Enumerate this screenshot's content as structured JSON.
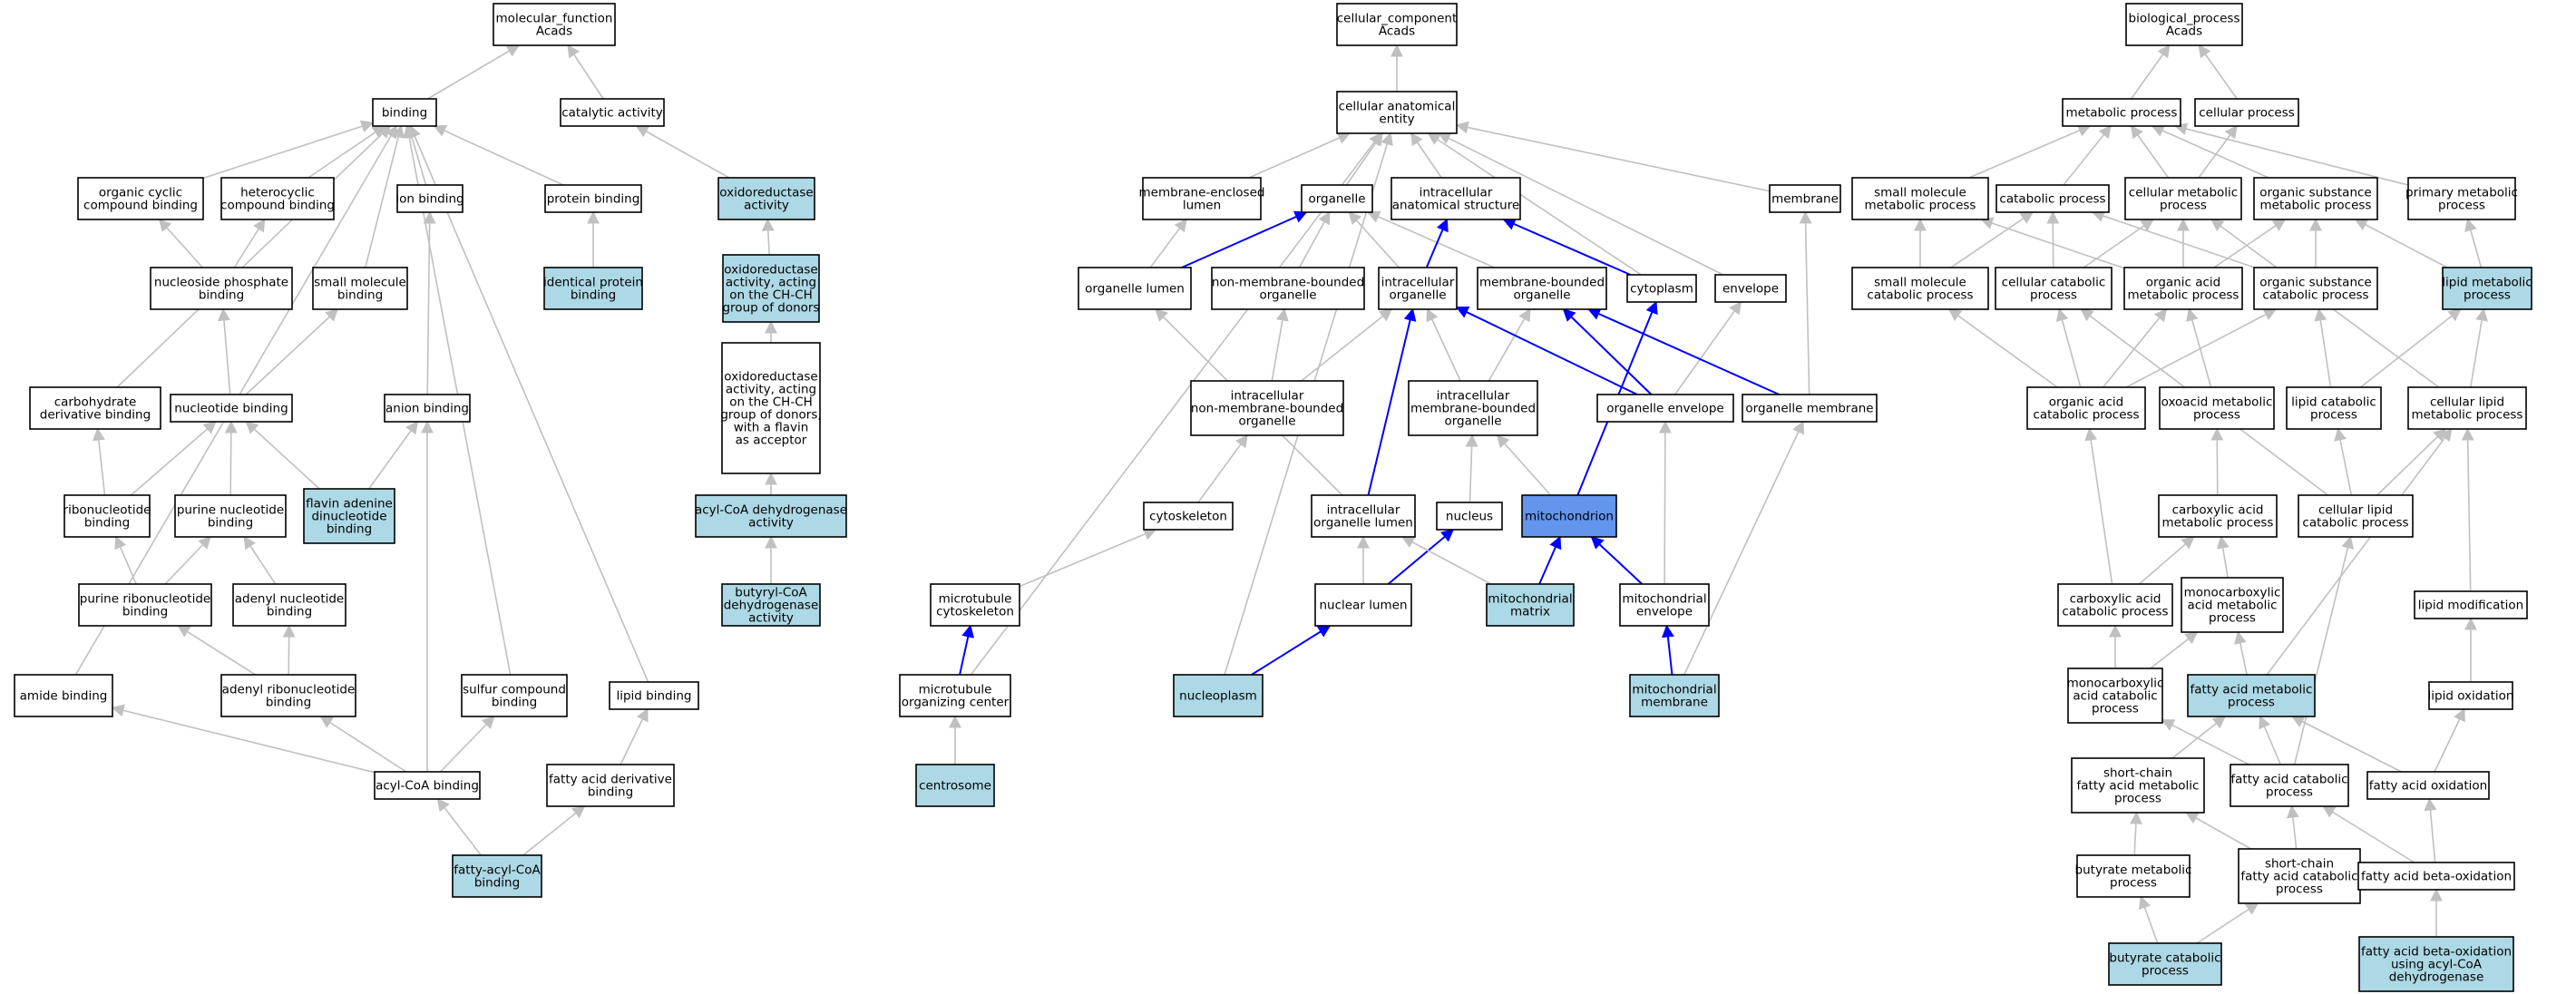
{
  "colors": {
    "default_fill": "#ffffff",
    "highlight_fill": "#add8e6",
    "focus_fill": "#6495ed",
    "grey_edge": "#c0c0c0",
    "blue_edge": "#0000ff"
  },
  "nodes": {
    "mf_root": {
      "lines": [
        "molecular_function",
        "Acads"
      ],
      "style": "default"
    },
    "binding": {
      "lines": [
        "binding"
      ],
      "style": "default"
    },
    "catalytic": {
      "lines": [
        "catalytic activity"
      ],
      "style": "default"
    },
    "orgcyc": {
      "lines": [
        "organic cyclic",
        "compound binding"
      ],
      "style": "default"
    },
    "hetcyc": {
      "lines": [
        "heterocyclic",
        "compound binding"
      ],
      "style": "default"
    },
    "ionb": {
      "lines": [
        "ion binding"
      ],
      "style": "default"
    },
    "protb": {
      "lines": [
        "protein binding"
      ],
      "style": "default"
    },
    "oxred": {
      "lines": [
        "oxidoreductase",
        "activity"
      ],
      "style": "highlight"
    },
    "nucphos": {
      "lines": [
        "nucleoside phosphate",
        "binding"
      ],
      "style": "default"
    },
    "smallmol": {
      "lines": [
        "small molecule",
        "binding"
      ],
      "style": "default"
    },
    "identprot": {
      "lines": [
        "identical protein",
        "binding"
      ],
      "style": "highlight"
    },
    "oxredchch": {
      "lines": [
        "oxidoreductase",
        "activity, acting",
        "on the CH-CH",
        "group of donors"
      ],
      "style": "highlight"
    },
    "carbder": {
      "lines": [
        "carbohydrate",
        "derivative binding"
      ],
      "style": "default"
    },
    "nucb": {
      "lines": [
        "nucleotide binding"
      ],
      "style": "default"
    },
    "anionb": {
      "lines": [
        "anion binding"
      ],
      "style": "default"
    },
    "oxredflav": {
      "lines": [
        "oxidoreductase",
        "activity, acting",
        "on the CH-CH",
        "group of donors,",
        "with a flavin",
        "as acceptor"
      ],
      "style": "default"
    },
    "ribob": {
      "lines": [
        "ribonucleotide",
        "binding"
      ],
      "style": "default"
    },
    "purnucb": {
      "lines": [
        "purine nucleotide",
        "binding"
      ],
      "style": "default"
    },
    "fad": {
      "lines": [
        "flavin adenine",
        "dinucleotide",
        "binding"
      ],
      "style": "highlight"
    },
    "acylcoadh": {
      "lines": [
        "acyl-CoA dehydrogenase",
        "activity"
      ],
      "style": "highlight"
    },
    "purribo": {
      "lines": [
        "purine ribonucleotide",
        "binding"
      ],
      "style": "default"
    },
    "adenyl": {
      "lines": [
        "adenyl nucleotide",
        "binding"
      ],
      "style": "default"
    },
    "butyryl": {
      "lines": [
        "butyryl-CoA",
        "dehydrogenase",
        "activity"
      ],
      "style": "highlight"
    },
    "amideb": {
      "lines": [
        "amide binding"
      ],
      "style": "default"
    },
    "adenribo": {
      "lines": [
        "adenyl ribonucleotide",
        "binding"
      ],
      "style": "default"
    },
    "sulfur": {
      "lines": [
        "sulfur compound",
        "binding"
      ],
      "style": "default"
    },
    "lipidb": {
      "lines": [
        "lipid binding"
      ],
      "style": "default"
    },
    "acylcoab": {
      "lines": [
        "acyl-CoA binding"
      ],
      "style": "default"
    },
    "fadb": {
      "lines": [
        "fatty acid derivative",
        "binding"
      ],
      "style": "default"
    },
    "fattyacylcoa": {
      "lines": [
        "fatty-acyl-CoA",
        "binding"
      ],
      "style": "highlight"
    },
    "cc_root": {
      "lines": [
        "cellular_component",
        "Acads"
      ],
      "style": "default"
    },
    "cae": {
      "lines": [
        "cellular anatomical",
        "entity"
      ],
      "style": "default"
    },
    "memencl": {
      "lines": [
        "membrane-enclosed",
        "lumen"
      ],
      "style": "default"
    },
    "organelle": {
      "lines": [
        "organelle"
      ],
      "style": "default"
    },
    "ias": {
      "lines": [
        "intracellular",
        "anatomical structure"
      ],
      "style": "default"
    },
    "membrane": {
      "lines": [
        "membrane"
      ],
      "style": "default"
    },
    "orglumen": {
      "lines": [
        "organelle lumen"
      ],
      "style": "default"
    },
    "nonmemorg": {
      "lines": [
        "non-membrane-bounded",
        "organelle"
      ],
      "style": "default"
    },
    "intorg": {
      "lines": [
        "intracellular",
        "organelle"
      ],
      "style": "default"
    },
    "membound": {
      "lines": [
        "membrane-bounded",
        "organelle"
      ],
      "style": "default"
    },
    "cytoplasm": {
      "lines": [
        "cytoplasm"
      ],
      "style": "default"
    },
    "envelope": {
      "lines": [
        "envelope"
      ],
      "style": "default"
    },
    "intnonmem": {
      "lines": [
        "intracellular",
        "non-membrane-bounded",
        "organelle"
      ],
      "style": "default"
    },
    "intmem": {
      "lines": [
        "intracellular",
        "membrane-bounded",
        "organelle"
      ],
      "style": "default"
    },
    "orgenv": {
      "lines": [
        "organelle envelope"
      ],
      "style": "default"
    },
    "orgmem": {
      "lines": [
        "organelle membrane"
      ],
      "style": "default"
    },
    "cytoskel": {
      "lines": [
        "cytoskeleton"
      ],
      "style": "default"
    },
    "intorglum": {
      "lines": [
        "intracellular",
        "organelle lumen"
      ],
      "style": "default"
    },
    "nucleus": {
      "lines": [
        "nucleus"
      ],
      "style": "default"
    },
    "mito": {
      "lines": [
        "mitochondrion"
      ],
      "style": "focus"
    },
    "mtcyto": {
      "lines": [
        "microtubule",
        "cytoskeleton"
      ],
      "style": "default"
    },
    "nuclumen": {
      "lines": [
        "nuclear lumen"
      ],
      "style": "default"
    },
    "mitomatrix": {
      "lines": [
        "mitochondrial",
        "matrix"
      ],
      "style": "highlight"
    },
    "mitoenv": {
      "lines": [
        "mitochondrial",
        "envelope"
      ],
      "style": "default"
    },
    "mtoc": {
      "lines": [
        "microtubule",
        "organizing center"
      ],
      "style": "default"
    },
    "nucleoplasm": {
      "lines": [
        "nucleoplasm"
      ],
      "style": "highlight"
    },
    "mitomem": {
      "lines": [
        "mitochondrial",
        "membrane"
      ],
      "style": "highlight"
    },
    "centrosome": {
      "lines": [
        "centrosome"
      ],
      "style": "highlight"
    },
    "bp_root": {
      "lines": [
        "biological_process",
        "Acads"
      ],
      "style": "default"
    },
    "metproc": {
      "lines": [
        "metabolic process"
      ],
      "style": "default"
    },
    "cellproc": {
      "lines": [
        "cellular process"
      ],
      "style": "default"
    },
    "smmet": {
      "lines": [
        "small molecule",
        "metabolic process"
      ],
      "style": "default"
    },
    "catproc": {
      "lines": [
        "catabolic process"
      ],
      "style": "default"
    },
    "cellmet": {
      "lines": [
        "cellular metabolic",
        "process"
      ],
      "style": "default"
    },
    "orgsubmet": {
      "lines": [
        "organic substance",
        "metabolic process"
      ],
      "style": "default"
    },
    "primmet": {
      "lines": [
        "primary metabolic",
        "process"
      ],
      "style": "default"
    },
    "smcat": {
      "lines": [
        "small molecule",
        "catabolic process"
      ],
      "style": "default"
    },
    "cellcat": {
      "lines": [
        "cellular catabolic",
        "process"
      ],
      "style": "default"
    },
    "orgacidmet": {
      "lines": [
        "organic acid",
        "metabolic process"
      ],
      "style": "default"
    },
    "orgsubcat": {
      "lines": [
        "organic substance",
        "catabolic process"
      ],
      "style": "default"
    },
    "lipidmet": {
      "lines": [
        "lipid metabolic",
        "process"
      ],
      "style": "highlight"
    },
    "orgacidcat": {
      "lines": [
        "organic acid",
        "catabolic process"
      ],
      "style": "default"
    },
    "oxoacid": {
      "lines": [
        "oxoacid metabolic",
        "process"
      ],
      "style": "default"
    },
    "lipidcat": {
      "lines": [
        "lipid catabolic",
        "process"
      ],
      "style": "default"
    },
    "celllipidmet": {
      "lines": [
        "cellular lipid",
        "metabolic process"
      ],
      "style": "default"
    },
    "carbacidmet": {
      "lines": [
        "carboxylic acid",
        "metabolic process"
      ],
      "style": "default"
    },
    "celllipidcat": {
      "lines": [
        "cellular lipid",
        "catabolic process"
      ],
      "style": "default"
    },
    "carbacidcat": {
      "lines": [
        "carboxylic acid",
        "catabolic process"
      ],
      "style": "default"
    },
    "monocarbmet": {
      "lines": [
        "monocarboxylic",
        "acid metabolic",
        "process"
      ],
      "style": "default"
    },
    "lipidmod": {
      "lines": [
        "lipid modification"
      ],
      "style": "default"
    },
    "monocarbcat": {
      "lines": [
        "monocarboxylic",
        "acid catabolic",
        "process"
      ],
      "style": "default"
    },
    "famet": {
      "lines": [
        "fatty acid metabolic",
        "process"
      ],
      "style": "highlight"
    },
    "lipidox": {
      "lines": [
        "lipid oxidation"
      ],
      "style": "default"
    },
    "scfamet": {
      "lines": [
        "short-chain",
        "fatty acid metabolic",
        "process"
      ],
      "style": "default"
    },
    "facat": {
      "lines": [
        "fatty acid catabolic",
        "process"
      ],
      "style": "default"
    },
    "faox": {
      "lines": [
        "fatty acid oxidation"
      ],
      "style": "default"
    },
    "butmet": {
      "lines": [
        "butyrate metabolic",
        "process"
      ],
      "style": "default"
    },
    "scfacat": {
      "lines": [
        "short-chain",
        "fatty acid catabolic",
        "process"
      ],
      "style": "default"
    },
    "fabeta": {
      "lines": [
        "fatty acid beta-oxidation"
      ],
      "style": "default"
    },
    "butcat": {
      "lines": [
        "butyrate catabolic",
        "process"
      ],
      "style": "highlight"
    },
    "fabetaacyl": {
      "lines": [
        "fatty acid beta-oxidation",
        "using acyl-CoA",
        "dehydrogenase"
      ],
      "style": "highlight"
    }
  },
  "edges": [
    [
      "binding",
      "mf_root",
      "grey"
    ],
    [
      "catalytic",
      "mf_root",
      "grey"
    ],
    [
      "orgcyc",
      "binding",
      "grey"
    ],
    [
      "hetcyc",
      "binding",
      "grey"
    ],
    [
      "ionb",
      "binding",
      "grey"
    ],
    [
      "protb",
      "binding",
      "grey"
    ],
    [
      "smallmol",
      "binding",
      "grey"
    ],
    [
      "carbder",
      "binding",
      "grey"
    ],
    [
      "amideb",
      "binding",
      "grey"
    ],
    [
      "sulfur",
      "binding",
      "grey"
    ],
    [
      "lipidb",
      "binding",
      "grey"
    ],
    [
      "oxred",
      "catalytic",
      "grey"
    ],
    [
      "nucphos",
      "orgcyc",
      "grey"
    ],
    [
      "nucphos",
      "hetcyc",
      "grey"
    ],
    [
      "identprot",
      "protb",
      "grey"
    ],
    [
      "oxredchch",
      "oxred",
      "grey"
    ],
    [
      "nucb",
      "nucphos",
      "grey"
    ],
    [
      "nucb",
      "smallmol",
      "grey"
    ],
    [
      "anionb",
      "ionb",
      "grey"
    ],
    [
      "oxredflav",
      "oxredchch",
      "grey"
    ],
    [
      "ribob",
      "carbder",
      "grey"
    ],
    [
      "ribob",
      "nucb",
      "grey"
    ],
    [
      "purnucb",
      "nucb",
      "grey"
    ],
    [
      "fad",
      "nucb",
      "grey"
    ],
    [
      "fad",
      "anionb",
      "grey"
    ],
    [
      "acylcoadh",
      "oxredflav",
      "grey"
    ],
    [
      "purribo",
      "ribob",
      "grey"
    ],
    [
      "purribo",
      "purnucb",
      "grey"
    ],
    [
      "adenyl",
      "purnucb",
      "grey"
    ],
    [
      "butyryl",
      "acylcoadh",
      "grey"
    ],
    [
      "adenribo",
      "purribo",
      "grey"
    ],
    [
      "adenribo",
      "adenyl",
      "grey"
    ],
    [
      "acylcoab",
      "amideb",
      "grey"
    ],
    [
      "acylcoab",
      "adenribo",
      "grey"
    ],
    [
      "acylcoab",
      "anionb",
      "grey"
    ],
    [
      "acylcoab",
      "sulfur",
      "grey"
    ],
    [
      "fadb",
      "lipidb",
      "grey"
    ],
    [
      "fattyacylcoa",
      "acylcoab",
      "grey"
    ],
    [
      "fattyacylcoa",
      "fadb",
      "grey"
    ],
    [
      "cae",
      "cc_root",
      "grey"
    ],
    [
      "memencl",
      "cae",
      "grey"
    ],
    [
      "organelle",
      "cae",
      "grey"
    ],
    [
      "ias",
      "cae",
      "grey"
    ],
    [
      "membrane",
      "cae",
      "grey"
    ],
    [
      "cytoplasm",
      "cae",
      "grey"
    ],
    [
      "envelope",
      "cae",
      "grey"
    ],
    [
      "mtoc",
      "cae",
      "grey"
    ],
    [
      "nucleoplasm",
      "cae",
      "grey"
    ],
    [
      "orglumen",
      "memencl",
      "grey"
    ],
    [
      "orglumen",
      "organelle",
      "blue"
    ],
    [
      "nonmemorg",
      "organelle",
      "grey"
    ],
    [
      "membound",
      "organelle",
      "grey"
    ],
    [
      "intorg",
      "organelle",
      "grey"
    ],
    [
      "intorg",
      "ias",
      "blue"
    ],
    [
      "cytoplasm",
      "ias",
      "blue"
    ],
    [
      "intnonmem",
      "nonmemorg",
      "grey"
    ],
    [
      "intnonmem",
      "intorg",
      "grey"
    ],
    [
      "intmem",
      "intorg",
      "grey"
    ],
    [
      "intmem",
      "membound",
      "grey"
    ],
    [
      "orgenv",
      "intorg",
      "blue"
    ],
    [
      "orgenv",
      "membound",
      "blue"
    ],
    [
      "orgenv",
      "envelope",
      "grey"
    ],
    [
      "orgmem",
      "membrane",
      "grey"
    ],
    [
      "orgmem",
      "membound",
      "blue"
    ],
    [
      "cytoskel",
      "intnonmem",
      "grey"
    ],
    [
      "intorglum",
      "orglumen",
      "grey"
    ],
    [
      "intorglum",
      "intorg",
      "blue"
    ],
    [
      "nucleus",
      "intmem",
      "grey"
    ],
    [
      "mito",
      "intmem",
      "grey"
    ],
    [
      "mito",
      "cytoplasm",
      "blue"
    ],
    [
      "mtcyto",
      "cytoskel",
      "grey"
    ],
    [
      "nuclumen",
      "intorglum",
      "grey"
    ],
    [
      "nuclumen",
      "nucleus",
      "blue"
    ],
    [
      "mitomatrix",
      "intorglum",
      "grey"
    ],
    [
      "mitomatrix",
      "mito",
      "blue"
    ],
    [
      "mitoenv",
      "orgenv",
      "grey"
    ],
    [
      "mitoenv",
      "mito",
      "blue"
    ],
    [
      "mtoc",
      "mtcyto",
      "blue"
    ],
    [
      "nucleoplasm",
      "nuclumen",
      "blue"
    ],
    [
      "mitomem",
      "mitoenv",
      "blue"
    ],
    [
      "mitomem",
      "orgmem",
      "grey"
    ],
    [
      "centrosome",
      "mtoc",
      "grey"
    ],
    [
      "metproc",
      "bp_root",
      "grey"
    ],
    [
      "cellproc",
      "bp_root",
      "grey"
    ],
    [
      "smmet",
      "metproc",
      "grey"
    ],
    [
      "catproc",
      "metproc",
      "grey"
    ],
    [
      "cellmet",
      "metproc",
      "grey"
    ],
    [
      "orgsubmet",
      "metproc",
      "grey"
    ],
    [
      "primmet",
      "metproc",
      "grey"
    ],
    [
      "cellmet",
      "cellproc",
      "grey"
    ],
    [
      "smcat",
      "smmet",
      "grey"
    ],
    [
      "smcat",
      "catproc",
      "grey"
    ],
    [
      "cellcat",
      "catproc",
      "grey"
    ],
    [
      "cellcat",
      "cellmet",
      "grey"
    ],
    [
      "orgacidmet",
      "smmet",
      "grey"
    ],
    [
      "orgacidmet",
      "cellmet",
      "grey"
    ],
    [
      "orgacidmet",
      "orgsubmet",
      "grey"
    ],
    [
      "orgsubcat",
      "catproc",
      "grey"
    ],
    [
      "orgsubcat",
      "orgsubmet",
      "grey"
    ],
    [
      "lipidmet",
      "orgsubmet",
      "grey"
    ],
    [
      "lipidmet",
      "primmet",
      "grey"
    ],
    [
      "orgacidcat",
      "smcat",
      "grey"
    ],
    [
      "orgacidcat",
      "cellcat",
      "grey"
    ],
    [
      "orgacidcat",
      "orgacidmet",
      "grey"
    ],
    [
      "orgacidcat",
      "orgsubcat",
      "grey"
    ],
    [
      "oxoacid",
      "orgacidmet",
      "grey"
    ],
    [
      "lipidcat",
      "orgsubcat",
      "grey"
    ],
    [
      "lipidcat",
      "lipidmet",
      "grey"
    ],
    [
      "celllipidmet",
      "cellmet",
      "grey"
    ],
    [
      "celllipidmet",
      "lipidmet",
      "grey"
    ],
    [
      "carbacidmet",
      "oxoacid",
      "grey"
    ],
    [
      "celllipidcat",
      "cellcat",
      "grey"
    ],
    [
      "celllipidcat",
      "lipidcat",
      "grey"
    ],
    [
      "celllipidcat",
      "celllipidmet",
      "grey"
    ],
    [
      "carbacidcat",
      "orgacidcat",
      "grey"
    ],
    [
      "carbacidcat",
      "carbacidmet",
      "grey"
    ],
    [
      "monocarbmet",
      "carbacidmet",
      "grey"
    ],
    [
      "lipidmod",
      "celllipidmet",
      "grey"
    ],
    [
      "monocarbcat",
      "carbacidcat",
      "grey"
    ],
    [
      "monocarbcat",
      "monocarbmet",
      "grey"
    ],
    [
      "famet",
      "monocarbmet",
      "grey"
    ],
    [
      "famet",
      "celllipidmet",
      "grey"
    ],
    [
      "lipidox",
      "lipidmod",
      "grey"
    ],
    [
      "scfamet",
      "famet",
      "grey"
    ],
    [
      "facat",
      "monocarbcat",
      "grey"
    ],
    [
      "facat",
      "famet",
      "grey"
    ],
    [
      "facat",
      "celllipidcat",
      "grey"
    ],
    [
      "faox",
      "famet",
      "grey"
    ],
    [
      "faox",
      "lipidox",
      "grey"
    ],
    [
      "butmet",
      "scfamet",
      "grey"
    ],
    [
      "scfacat",
      "scfamet",
      "grey"
    ],
    [
      "scfacat",
      "facat",
      "grey"
    ],
    [
      "fabeta",
      "facat",
      "grey"
    ],
    [
      "fabeta",
      "faox",
      "grey"
    ],
    [
      "butcat",
      "butmet",
      "grey"
    ],
    [
      "butcat",
      "scfacat",
      "grey"
    ],
    [
      "fabetaacyl",
      "fabeta",
      "grey"
    ]
  ]
}
